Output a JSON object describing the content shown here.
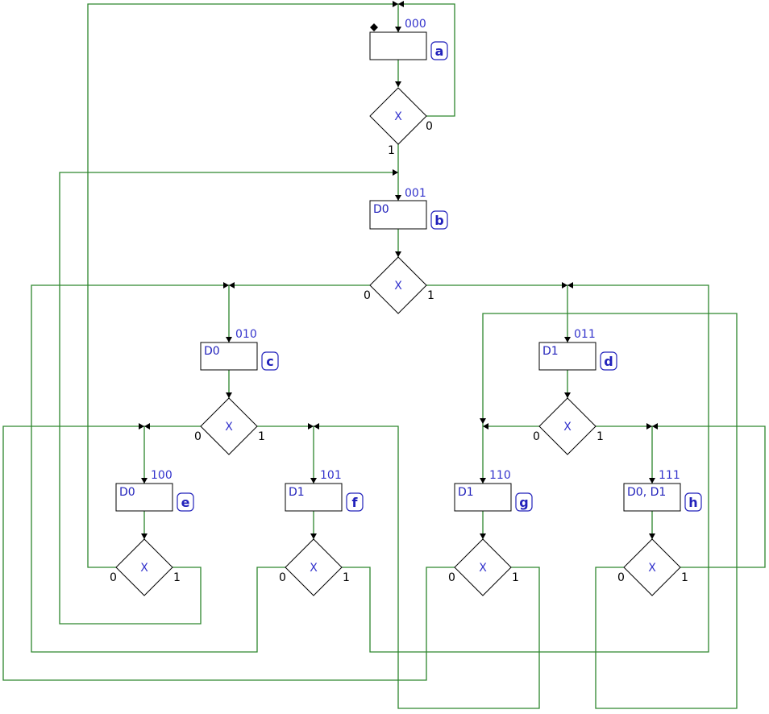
{
  "colors": {
    "wire": "#2d862d",
    "label": "#3333cc",
    "outline": "#000000"
  },
  "states": {
    "a": {
      "code": "000",
      "output": "",
      "tag": "a"
    },
    "b": {
      "code": "001",
      "output": "D0",
      "tag": "b"
    },
    "c": {
      "code": "010",
      "output": "D0",
      "tag": "c"
    },
    "d": {
      "code": "011",
      "output": "D1",
      "tag": "d"
    },
    "e": {
      "code": "100",
      "output": "D0",
      "tag": "e"
    },
    "f": {
      "code": "101",
      "output": "D1",
      "tag": "f"
    },
    "g": {
      "code": "110",
      "output": "D1",
      "tag": "g"
    },
    "h": {
      "code": "111",
      "output": "D0, D1",
      "tag": "h"
    }
  },
  "decisions": {
    "a": {
      "cond": "X",
      "zero": "0",
      "one": "1"
    },
    "b": {
      "cond": "X",
      "zero": "0",
      "one": "1"
    },
    "c": {
      "cond": "X",
      "zero": "0",
      "one": "1"
    },
    "d": {
      "cond": "X",
      "zero": "0",
      "one": "1"
    },
    "e": {
      "cond": "X",
      "zero": "0",
      "one": "1"
    },
    "f": {
      "cond": "X",
      "zero": "0",
      "one": "1"
    },
    "g": {
      "cond": "X",
      "zero": "0",
      "one": "1"
    },
    "h": {
      "cond": "X",
      "zero": "0",
      "one": "1"
    }
  }
}
